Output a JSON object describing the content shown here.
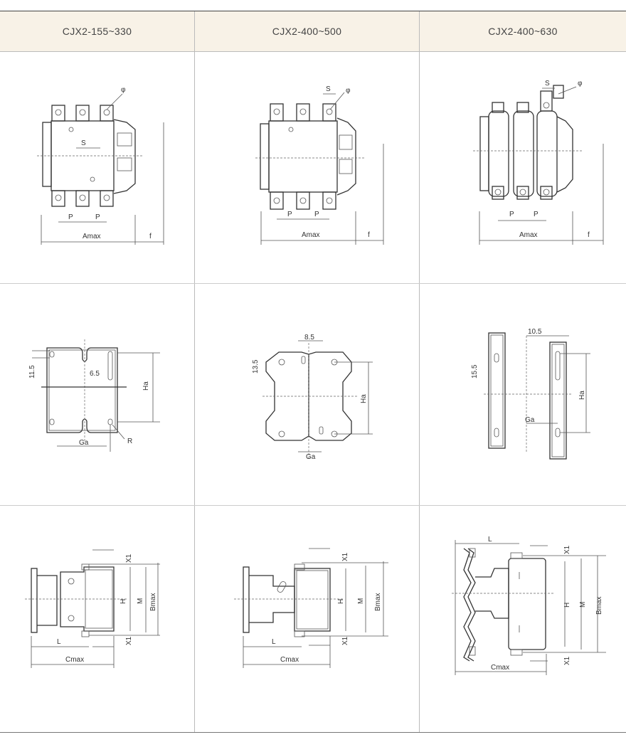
{
  "columns": [
    {
      "model": "CJX2-155~330",
      "front": {
        "phi": "φ",
        "s": "S",
        "p1": "P",
        "p2": "P",
        "amax": "Amax",
        "f": "f"
      },
      "mount": {
        "dim_a": "11.5",
        "dim_b": "6.5",
        "ha": "Ha",
        "ga": "Ga",
        "r": "R"
      },
      "side": {
        "x1_top": "X1",
        "x1_bottom": "X1",
        "h": "H",
        "m": "M",
        "bmax": "Bmax",
        "l": "L",
        "cmax": "Cmax"
      }
    },
    {
      "model": "CJX2-400~500",
      "front": {
        "phi": "φ",
        "s": "S",
        "p1": "P",
        "p2": "P",
        "amax": "Amax",
        "f": "f"
      },
      "mount": {
        "dim_a": "8.5",
        "dim_b": "13.5",
        "ha": "Ha",
        "ga": "Ga"
      },
      "side": {
        "x1_top": "X1",
        "x1_bottom": "X1",
        "h": "H",
        "m": "M",
        "bmax": "Bmax",
        "l": "L",
        "cmax": "Cmax"
      }
    },
    {
      "model": "CJX2-400~630",
      "front": {
        "phi": "φ",
        "s": "S",
        "p1": "P",
        "p2": "P",
        "amax": "Amax",
        "f": "f"
      },
      "mount": {
        "dim_a": "10.5",
        "dim_b": "15.5",
        "ha": "Ha",
        "ga": "Ga"
      },
      "side": {
        "x1_top": "X1",
        "x1_bottom": "X1",
        "h": "H",
        "m": "M",
        "bmax": "Bmax",
        "l": "L",
        "cmax": "Cmax"
      }
    }
  ]
}
